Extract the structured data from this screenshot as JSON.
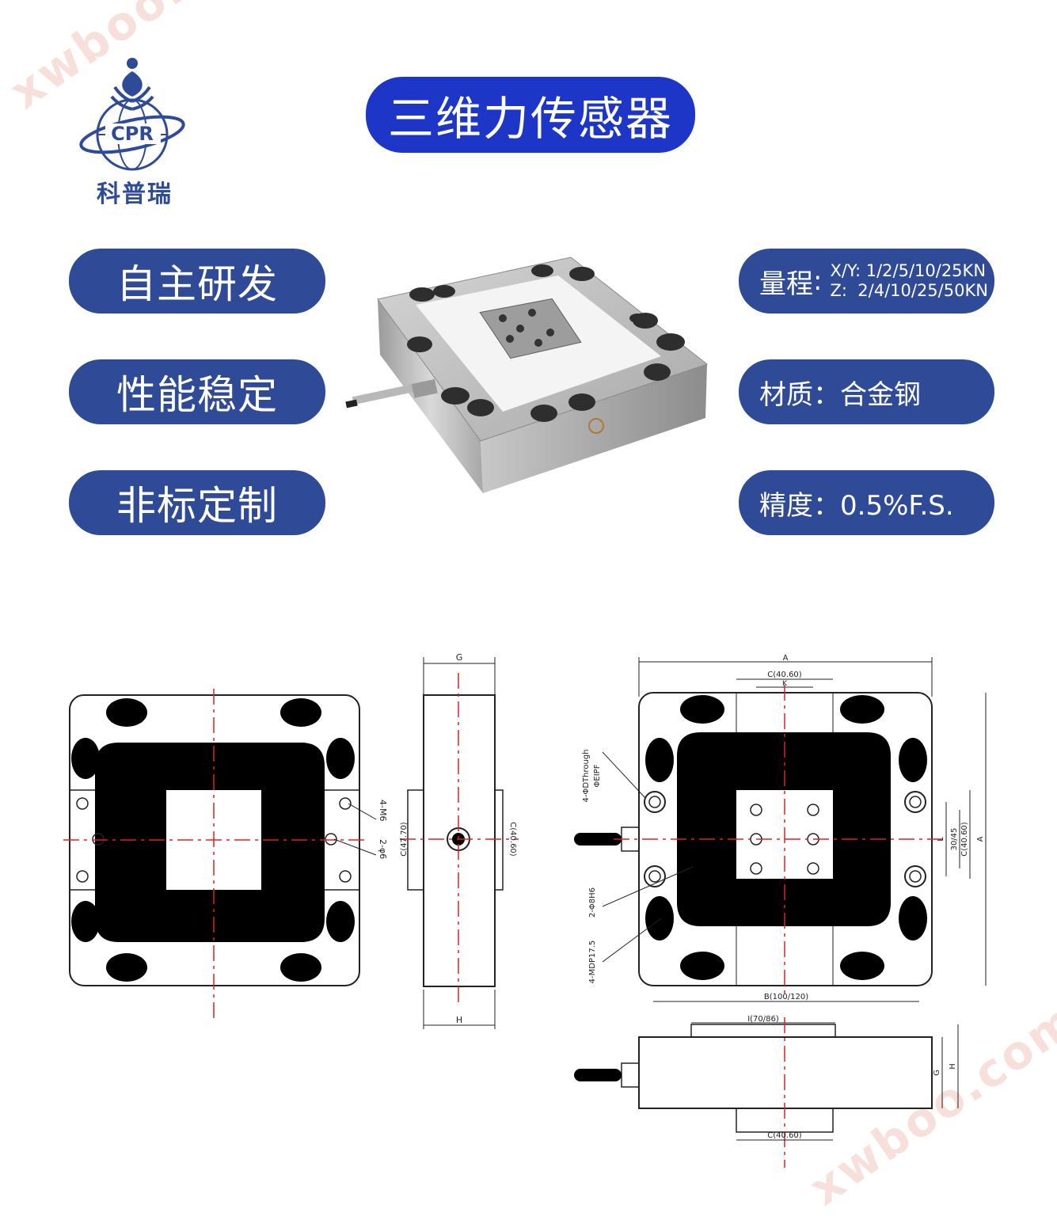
{
  "brand": {
    "logo_text": "CPR",
    "name": "科普瑞"
  },
  "watermark": "xwboo.com",
  "title": "三维力传感器",
  "features": [
    "自主研发",
    "性能稳定",
    "非标定制"
  ],
  "specs": {
    "range_label": "量程",
    "range_xy": "X/Y: 1/2/5/10/25KN",
    "range_z": "Z:  2/4/10/25/50KN",
    "material": "材质：合金钢",
    "accuracy": "精度：0.5%F.S."
  },
  "drawing_labels": {
    "side_top": "G",
    "side_bottom": "H",
    "side_left": "C(47.70)",
    "side_right": "C(40.60)",
    "front_left_note1": "4-M6",
    "front_left_note2": "2-φ6",
    "dim_A_top": "A",
    "dim_C_top": "C(40.60)",
    "dim_K": "K",
    "dim_B": "B(100/120)",
    "dim_I": "I(70/86)",
    "dim_C_bottom": "C(40.60)",
    "dim_L": "L",
    "dim_3045": "30/45",
    "dim_C_right": "C(40.60)",
    "dim_A_right": "A",
    "note_through": "4-ΦDThrough",
    "note_eipf": "ΦEIPF",
    "note_2phi": "2-Φ8H6",
    "note_mdp": "4-MDP17.5",
    "dim_G": "G",
    "dim_H": "H"
  },
  "colors": {
    "title_bg": "#1e36c8",
    "pill_bg": "#2f4a96",
    "watermark": "#f2c6c0",
    "centerline": "#e02020"
  }
}
